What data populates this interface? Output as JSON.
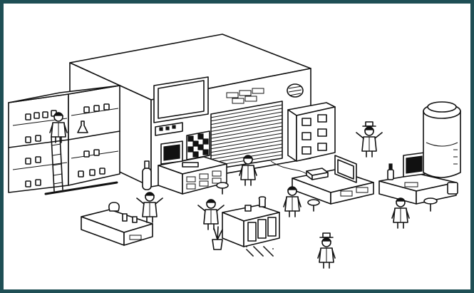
{
  "colors": {
    "frame": "#1f4f55",
    "ink": "#111111",
    "paper": "#ffffff"
  },
  "scene": {
    "objects": [
      "shelf",
      "warehouse",
      "tv-screen",
      "roller-door",
      "cabinet",
      "tank",
      "desk",
      "table",
      "person"
    ]
  }
}
